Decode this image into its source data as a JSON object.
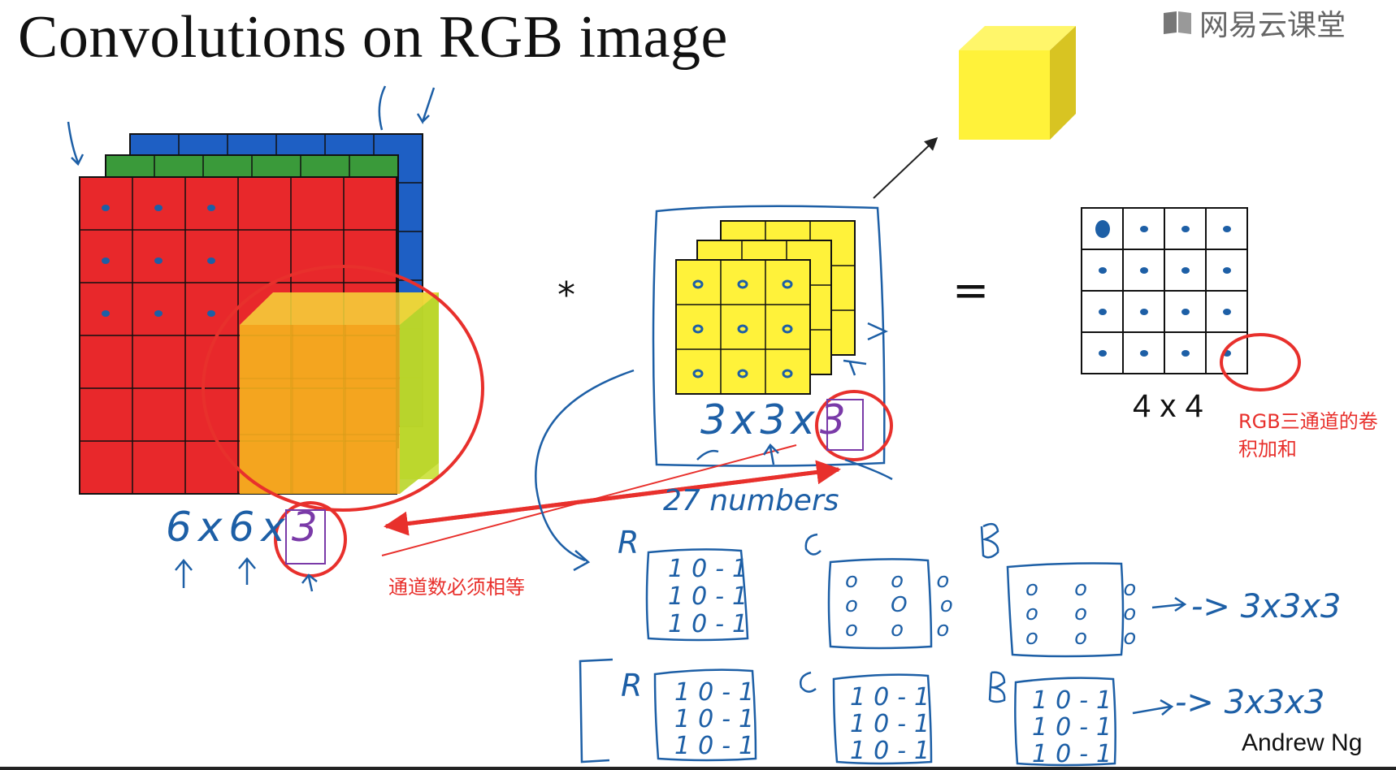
{
  "slide": {
    "title": "Convolutions on RGB image",
    "brand": "网易云课堂",
    "author": "Andrew Ng"
  },
  "operators": {
    "multiply": "*",
    "equals": "="
  },
  "input": {
    "grid_size": 6,
    "channels": [
      {
        "name": "R",
        "color": "#e8282b"
      },
      {
        "name": "G",
        "color": "#3a9a3a"
      },
      {
        "name": "B",
        "color": "#1e5fc4"
      }
    ],
    "dims_handwritten": [
      "6",
      "x",
      "6",
      "x",
      "3"
    ]
  },
  "filter": {
    "grid_size": 3,
    "color": "#fff23a",
    "dims_handwritten": [
      "3",
      "x",
      "3",
      "x",
      "3"
    ],
    "count_handwritten": "27 numbers"
  },
  "output": {
    "grid_size": 4,
    "label": "4 x 4"
  },
  "annotations": {
    "channels_equal": "通道数必须相等",
    "rgb_sum_line1": "RGB三通道的卷",
    "rgb_sum_line2": "积加和"
  },
  "filter_examples": {
    "row1": {
      "labels": [
        "R",
        "G",
        "B"
      ],
      "matrix_r": [
        [
          "1",
          "0",
          "-1"
        ],
        [
          "1",
          "0",
          "-1"
        ],
        [
          "1",
          "0",
          "-1"
        ]
      ],
      "result": "-> 3x3x3"
    },
    "row2": {
      "labels": [
        "R",
        "G",
        "B"
      ],
      "matrix": [
        [
          "1",
          "0",
          "-1"
        ],
        [
          "1",
          "0",
          "-1"
        ],
        [
          "1",
          "0",
          "-1"
        ]
      ],
      "result": "-> 3x3x3"
    }
  },
  "colors": {
    "highlight_red": "#e8302c",
    "ink_blue": "#1d5fa6",
    "filter_yellow": "#fff23a",
    "overlay_orange": "#f5b21e"
  }
}
